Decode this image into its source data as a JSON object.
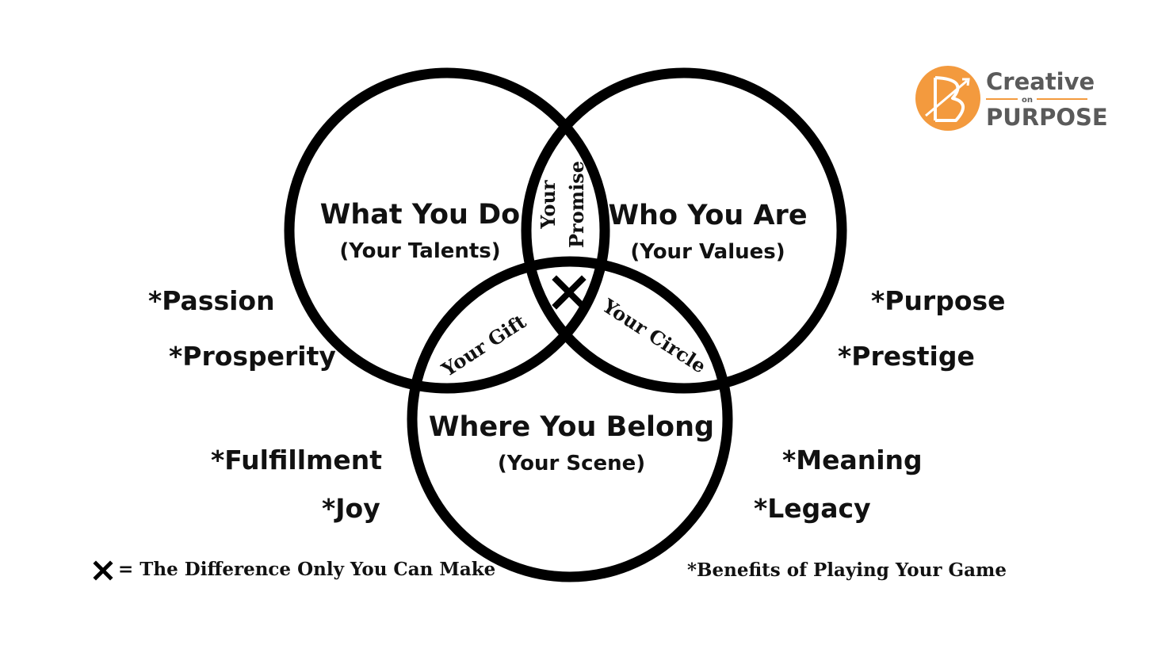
{
  "colors": {
    "ink": "#000000",
    "brand_orange": "#F39A3E",
    "brand_gray": "#5A5A5A",
    "background": "#FFFFFF"
  },
  "circles": {
    "top_left": {
      "title": "What You Do",
      "subtitle": "(Your Talents)"
    },
    "top_right": {
      "title": "Who You Are",
      "subtitle": "(Your Values)"
    },
    "bottom": {
      "title": "Where You Belong",
      "subtitle": "(Your Scene)"
    }
  },
  "overlaps": {
    "top": {
      "line1": "Your",
      "line2": "Promise"
    },
    "left": "Your Gift",
    "right": "Your Circle",
    "center_icon": "x-mark-icon"
  },
  "benefits": {
    "left": [
      "*Passion",
      "*Prosperity",
      "*Fulfillment",
      "*Joy"
    ],
    "right": [
      "*Purpose",
      "*Prestige",
      "*Meaning",
      "*Legacy"
    ]
  },
  "legend": {
    "icon": "x-mark-icon",
    "text": "= The Difference Only You Can Make"
  },
  "footnote": "*Benefits of Playing Your Game",
  "logo": {
    "icon": "bow-and-arrow-b-icon",
    "line1": "Creative",
    "line2": "on",
    "line3": "PURPOSE"
  }
}
